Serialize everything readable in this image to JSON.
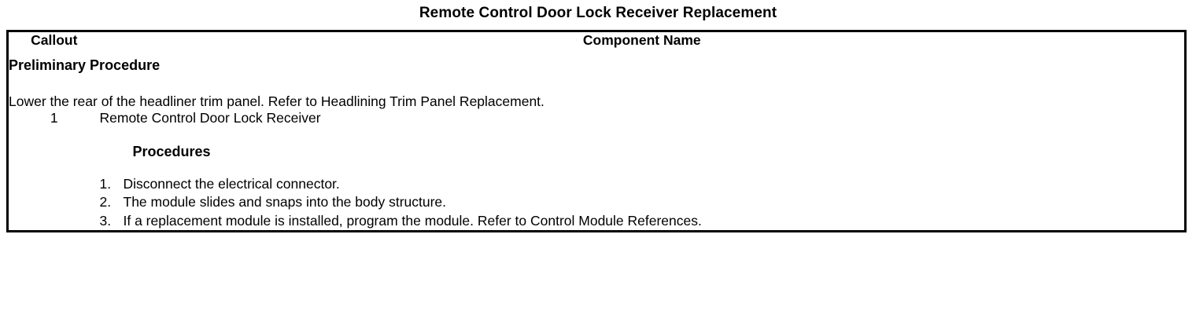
{
  "document": {
    "title": "Remote Control Door Lock Receiver Replacement"
  },
  "table": {
    "headers": {
      "callout": "Callout",
      "component_name": "Component Name"
    },
    "preliminary": {
      "heading": "Preliminary Procedure",
      "text": "Lower the rear of the headliner trim panel. Refer to Headlining Trim Panel Replacement."
    },
    "rows": [
      {
        "callout": "1",
        "component_name": "Remote Control Door Lock Receiver",
        "procedures_heading": "Procedures",
        "steps": [
          {
            "number": "1.",
            "text": "Disconnect the electrical connector."
          },
          {
            "number": "2.",
            "text": "The module slides and snaps into the body structure."
          },
          {
            "number": "3.",
            "text": "If a replacement module is installed, program the module. Refer to Control Module References."
          }
        ]
      }
    ]
  },
  "colors": {
    "background": "#ffffff",
    "text": "#000000",
    "border": "#000000"
  }
}
